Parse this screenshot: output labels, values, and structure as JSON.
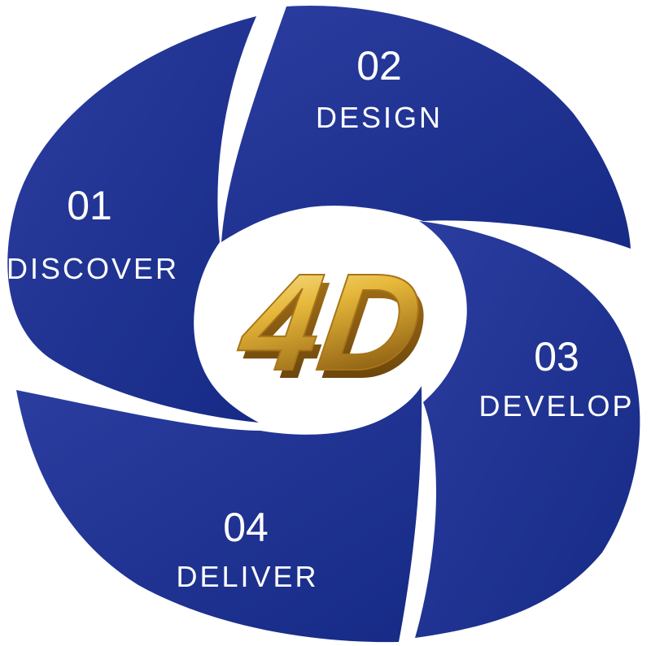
{
  "colors": {
    "petal_light": "#2b3d9f",
    "petal_dark": "#162a86",
    "text": "#ffffff",
    "gold_light": "#fff3b0",
    "gold_mid": "#e6b73a",
    "gold_dark": "#8a5b10"
  },
  "logo": {
    "text": "4D"
  },
  "stages": [
    {
      "number": "01",
      "label": "DISCOVER"
    },
    {
      "number": "02",
      "label": "DESIGN"
    },
    {
      "number": "03",
      "label": "DEVELOP"
    },
    {
      "number": "04",
      "label": "DELIVER"
    }
  ]
}
